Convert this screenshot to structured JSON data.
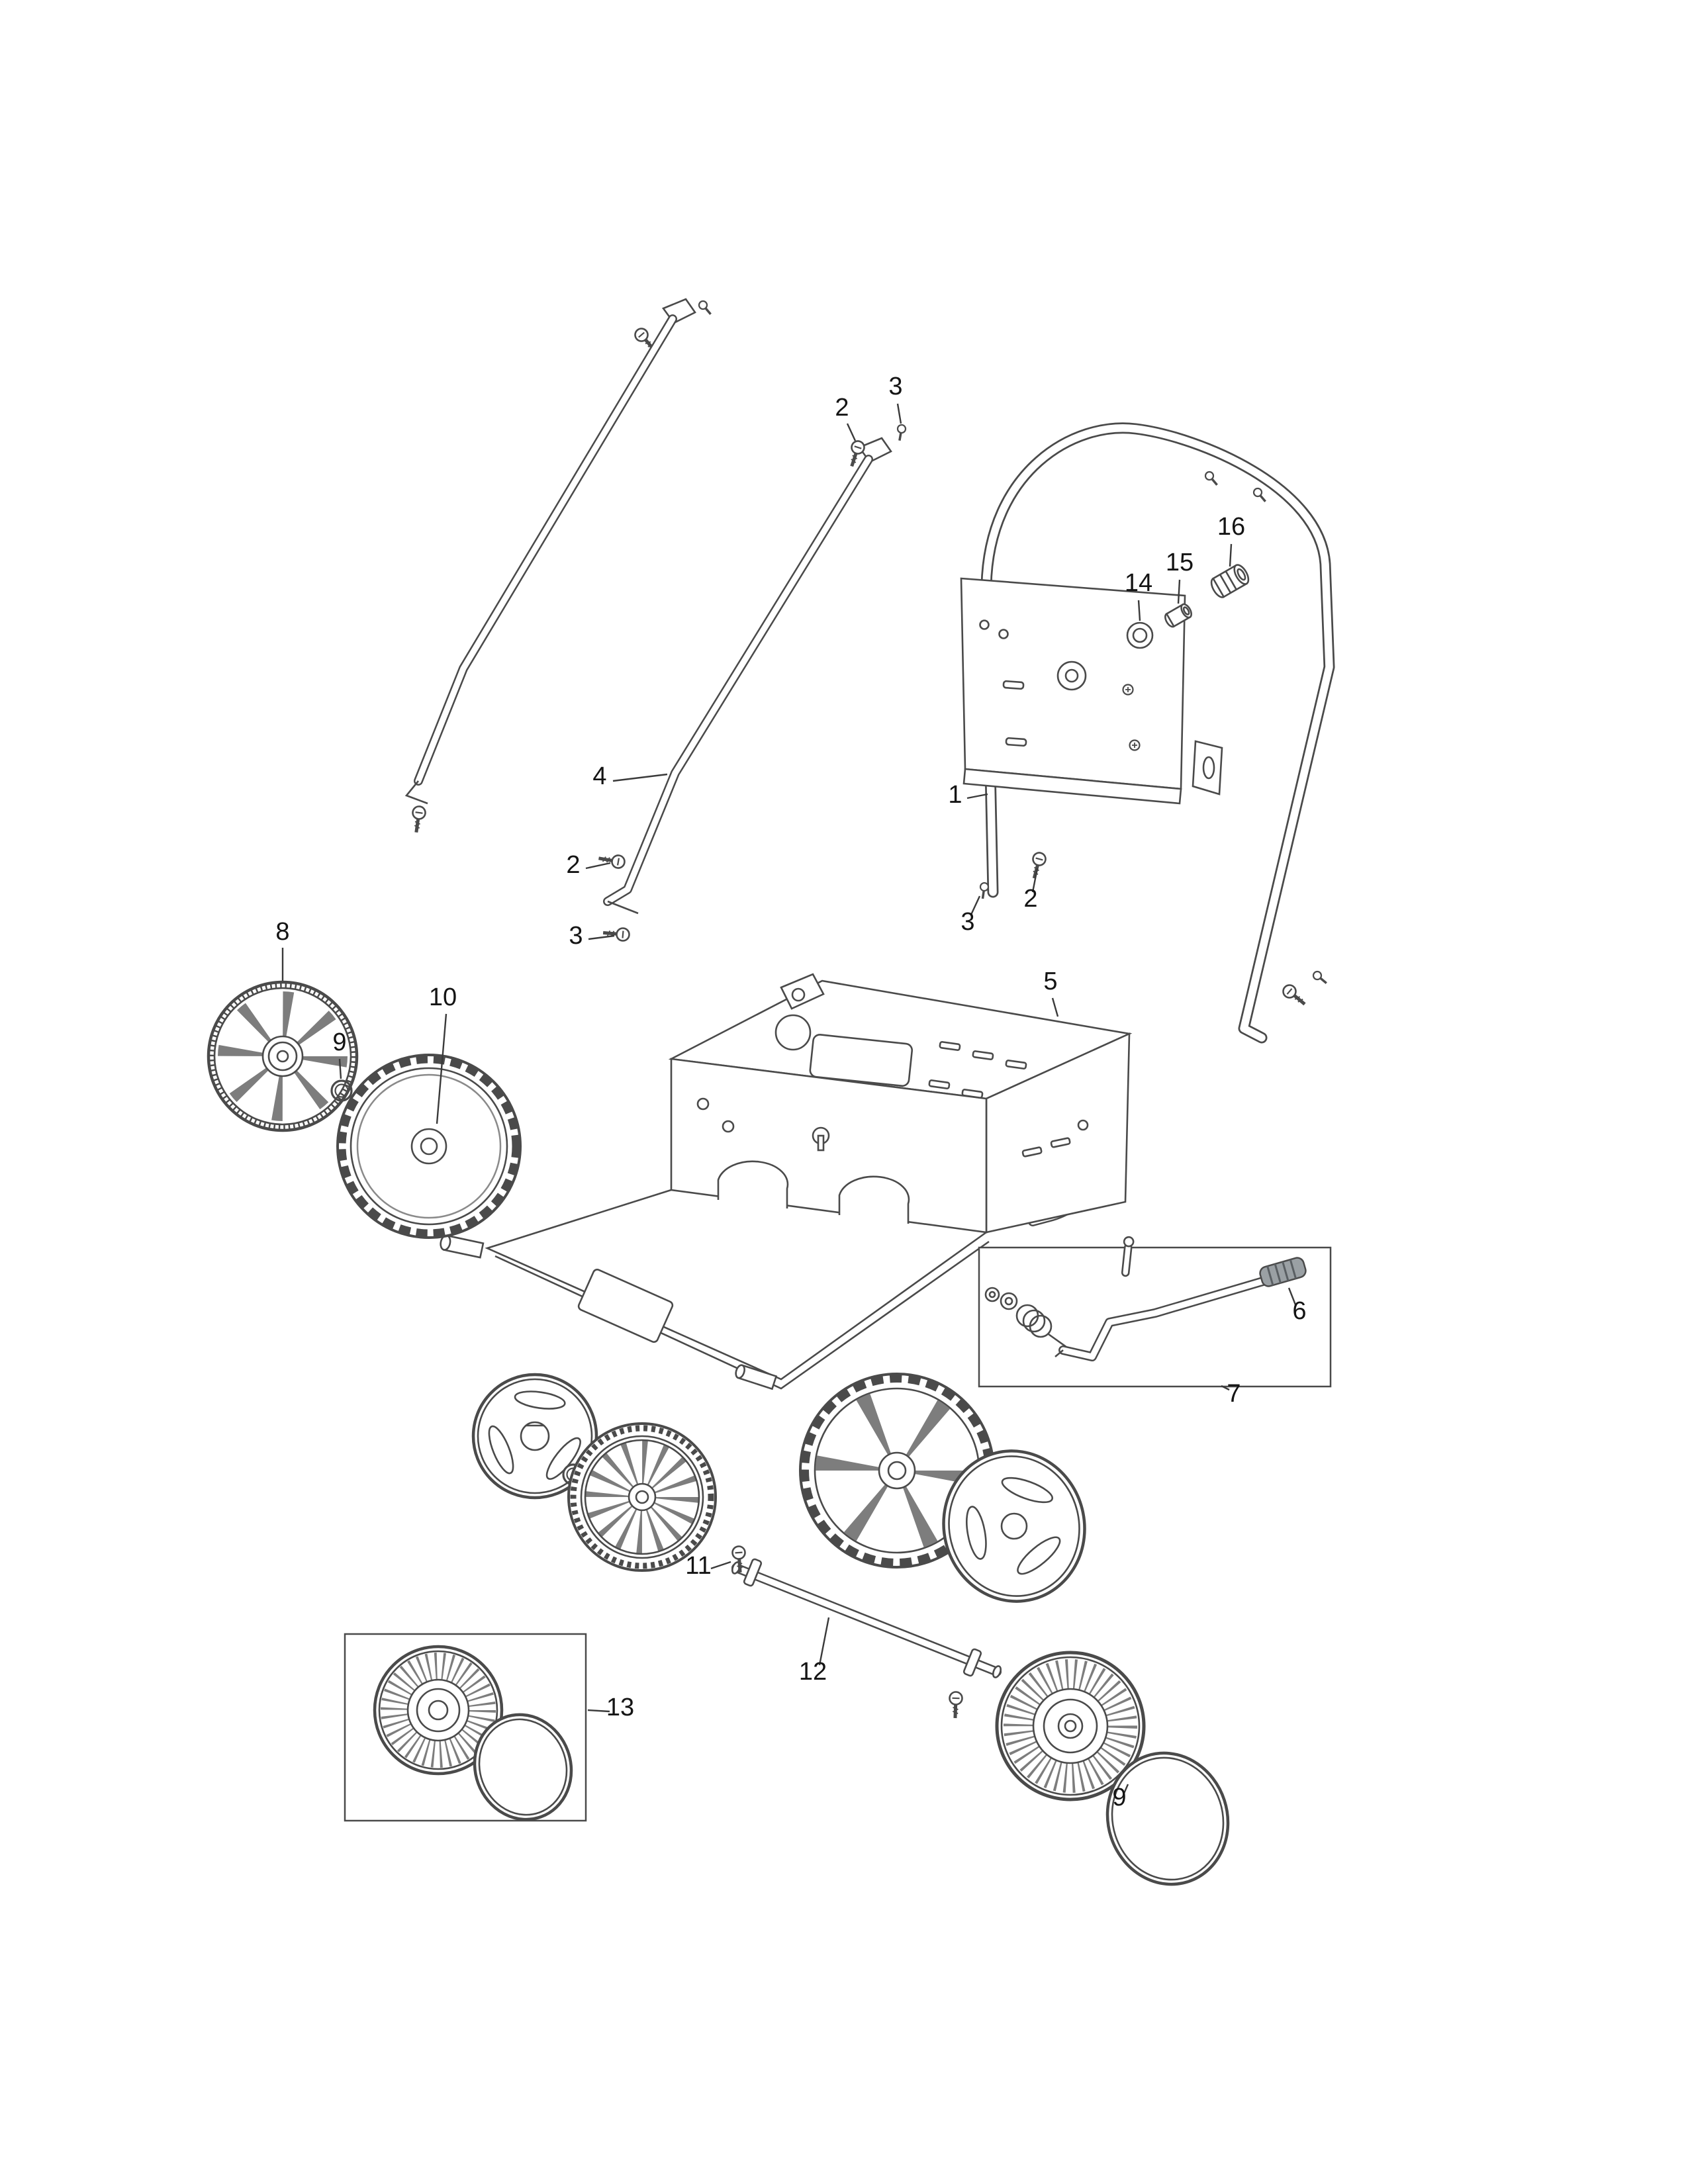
{
  "diagram": {
    "type": "exploded-parts-diagram",
    "background": "#ffffff",
    "line_color": "#4a4a4a",
    "callouts": [
      {
        "label": "2"
      },
      {
        "label": "3"
      },
      {
        "label": "16"
      },
      {
        "label": "15"
      },
      {
        "label": "14"
      },
      {
        "label": "4"
      },
      {
        "label": "1"
      },
      {
        "label": "2"
      },
      {
        "label": "3"
      },
      {
        "label": "2"
      },
      {
        "label": "3"
      },
      {
        "label": "8"
      },
      {
        "label": "10"
      },
      {
        "label": "9"
      },
      {
        "label": "5"
      },
      {
        "label": "6"
      },
      {
        "label": "7"
      },
      {
        "label": "11"
      },
      {
        "label": "12"
      },
      {
        "label": "13"
      },
      {
        "label": "9"
      }
    ]
  }
}
